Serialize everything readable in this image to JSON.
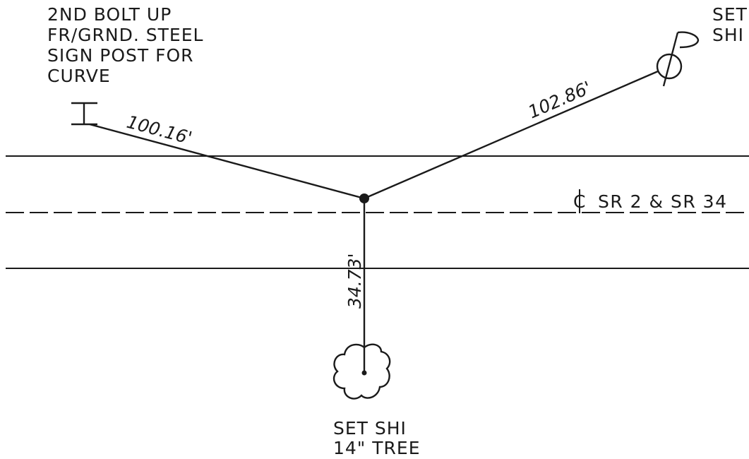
{
  "sign_post_note": {
    "lines": [
      "2ND BOLT UP",
      "FR/GRND. STEEL",
      "SIGN POST FOR",
      "CURVE"
    ]
  },
  "set_shi_top_right": {
    "lines": [
      "SET",
      "SHI"
    ]
  },
  "dimensions": {
    "to_sign_post": "100.16'",
    "to_top_right": "102.86'",
    "to_tree": "34.73'"
  },
  "centerline_label": "SR 2 & SR 34",
  "tree_note": {
    "lines": [
      "SET SHI",
      "14\" TREE"
    ]
  }
}
